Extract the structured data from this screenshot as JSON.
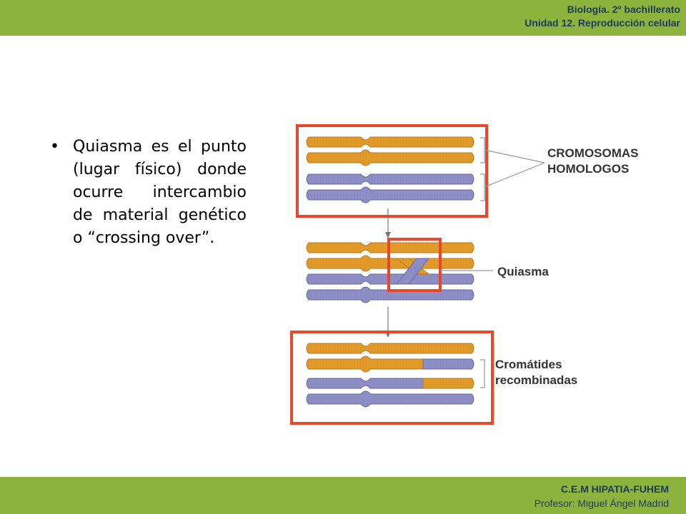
{
  "header": {
    "line1": "Biología. 2º bachillerato",
    "line2": "Unidad 12. Reproducción celular"
  },
  "footer": {
    "line1": "C.E.M HIPATIA-FUHEM",
    "line2": "Profesor: Miguel Ángel Madrid"
  },
  "content": {
    "bullet_text": "Quiasma es el punto (lugar físico) donde ocurre intercambio de material genético o “crossing over”."
  },
  "diagram": {
    "label_homologous": "CROMOSOMAS HOMOLOGOS",
    "label_chiasma": "Quiasma",
    "label_recombined": "Cromátides recombinadas",
    "colors": {
      "orange": "#e39a28",
      "blue": "#8d8fc6",
      "highlight": "#e8472a",
      "band": "#8cb43c"
    }
  }
}
